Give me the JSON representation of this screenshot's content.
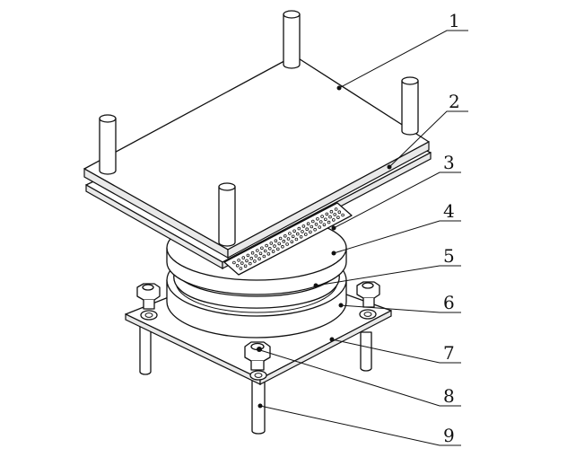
{
  "labels": [
    {
      "id": "1",
      "text": "1"
    },
    {
      "id": "2",
      "text": "2"
    },
    {
      "id": "3",
      "text": "3"
    },
    {
      "id": "4",
      "text": "4"
    },
    {
      "id": "5",
      "text": "5"
    },
    {
      "id": "6",
      "text": "6"
    },
    {
      "id": "7",
      "text": "7"
    },
    {
      "id": "8",
      "text": "8"
    },
    {
      "id": "9",
      "text": "9"
    }
  ]
}
